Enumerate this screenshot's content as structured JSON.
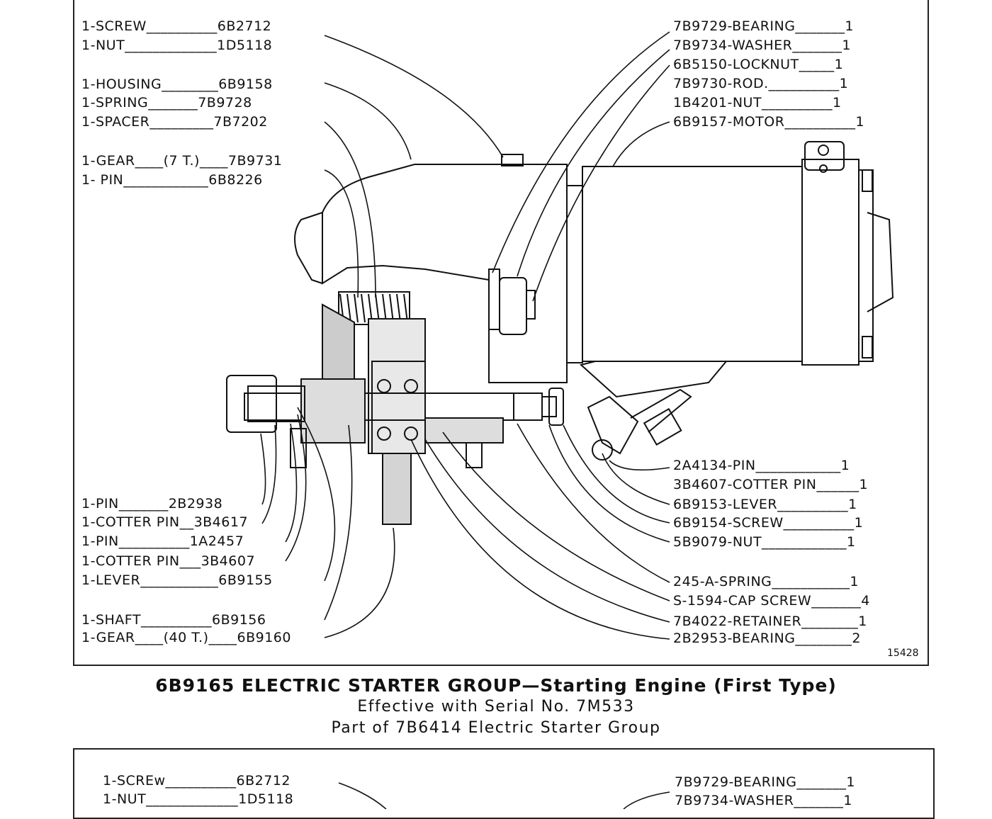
{
  "figure_number": "15428",
  "caption": {
    "title": "6B9165  ELECTRIC STARTER GROUP—Starting Engine (First Type)",
    "line2": "Effective with Serial No. 7M533",
    "line3": "Part of 7B6414 Electric Starter Group"
  },
  "left_labels": [
    "1-SCREW__________6B2712",
    "1-NUT_____________1D5118",
    "1-HOUSING________6B9158",
    "1-SPRING_______7B9728",
    "1-SPACER_________7B7202",
    "1-GEAR____(7 T.)____7B9731",
    "1- PIN____________6B8226",
    "1-PIN_______2B2938",
    "1-COTTER PIN__3B4617",
    "1-PIN__________1A2457",
    "1-COTTER PIN___3B4607",
    "1-LEVER___________6B9155",
    "1-SHAFT__________6B9156",
    "1-GEAR____(40 T.)____6B9160"
  ],
  "right_labels": [
    "7B9729-BEARING_______1",
    "7B9734-WASHER_______1",
    "6B5150-LOCKNUT_____1",
    "7B9730-ROD.__________1",
    "1B4201-NUT__________1",
    "6B9157-MOTOR__________1",
    "2A4134-PIN____________1",
    "3B4607-COTTER PIN______1",
    "6B9153-LEVER__________1",
    "6B9154-SCREW__________1",
    "5B9079-NUT____________1",
    "245-A-SPRING___________1",
    "S-1594-CAP SCREW_______4",
    "7B4022-RETAINER________1",
    "2B2953-BEARING________2"
  ],
  "second_figure": {
    "left_labels": [
      "1-SCREw__________6B2712",
      "1-NUT_____________1D5118"
    ],
    "right_labels": [
      "7B9729-BEARING_______1",
      "7B9734-WASHER_______1"
    ]
  }
}
